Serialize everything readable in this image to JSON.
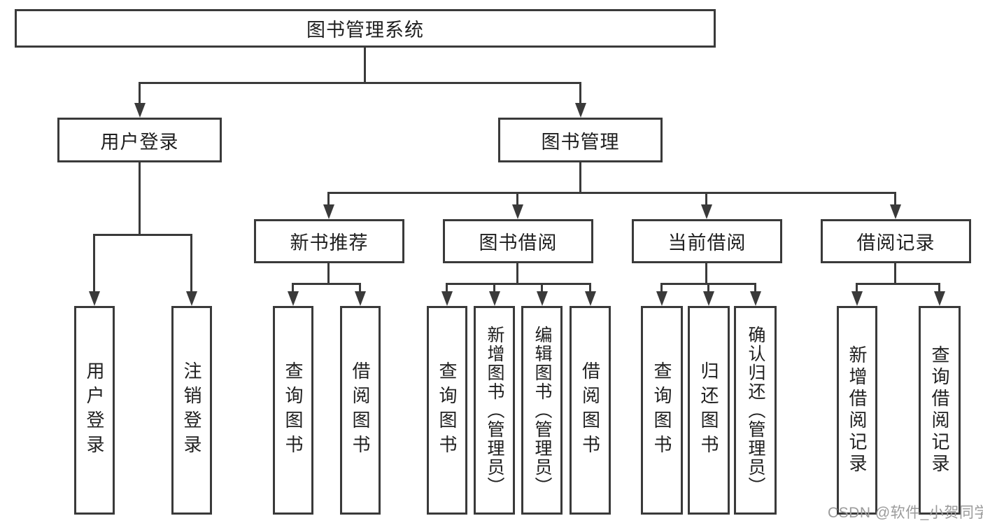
{
  "diagram": {
    "title": "图书管理系统",
    "root": {
      "label": "图书管理系统"
    },
    "level2": [
      {
        "label": "用户登录"
      },
      {
        "label": "图书管理"
      }
    ],
    "level3": [
      {
        "label": "新书推荐"
      },
      {
        "label": "图书借阅"
      },
      {
        "label": "当前借阅"
      },
      {
        "label": "借阅记录"
      }
    ],
    "leaves": {
      "user_login": [
        "用户登录",
        "注销登录"
      ],
      "new_books": [
        "查询图书",
        "借阅图书"
      ],
      "book_borrow": [
        "查询图书",
        "新增图书（管理员）",
        "编辑图书（管理员）",
        "借阅图书"
      ],
      "current_borrow": [
        "查询图书",
        "归还图书",
        "确认归还（管理员）"
      ],
      "borrow_records": [
        "新增借阅记录",
        "查询借阅记录"
      ]
    }
  },
  "watermark": {
    "text": "CSDN @软件_小贺同学"
  },
  "colors": {
    "line": "#3a3a3a",
    "text": "#1f1f1f",
    "watermark": "#9b9b9b",
    "background": "#ffffff"
  }
}
